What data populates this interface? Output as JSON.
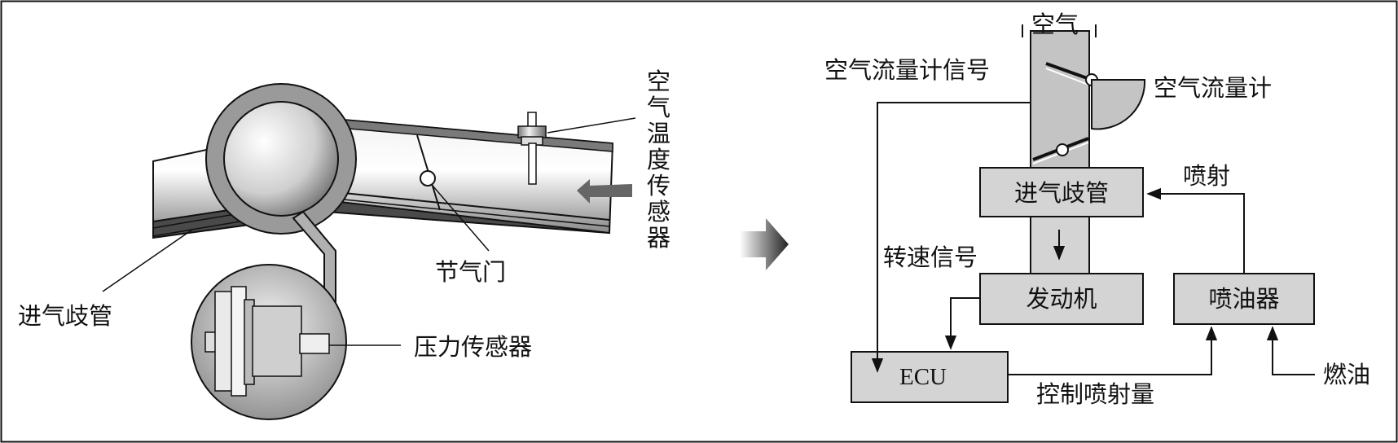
{
  "left": {
    "intake_manifold_label": "进气歧管",
    "throttle_label": "节气门",
    "pressure_sensor_label": "压力传感器",
    "air_temp_sensor_label": [
      "空",
      "气",
      "温",
      "度",
      "传",
      "感",
      "器"
    ]
  },
  "right": {
    "air_label": "空气",
    "airflow_signal_label": "空气流量计信号",
    "airflow_meter_label": "空气流量计",
    "intake_manifold_box": "进气歧管",
    "injection_label": "喷射",
    "rpm_signal_label": "转速信号",
    "engine_box": "发动机",
    "injector_box": "喷油器",
    "ecu_box": "ECU",
    "control_injection_label": "控制喷射量",
    "fuel_label": "燃油"
  },
  "colors": {
    "box_fill": "#d4d4d4",
    "pipe_fill": "#c4c4c4",
    "line": "#111111"
  }
}
